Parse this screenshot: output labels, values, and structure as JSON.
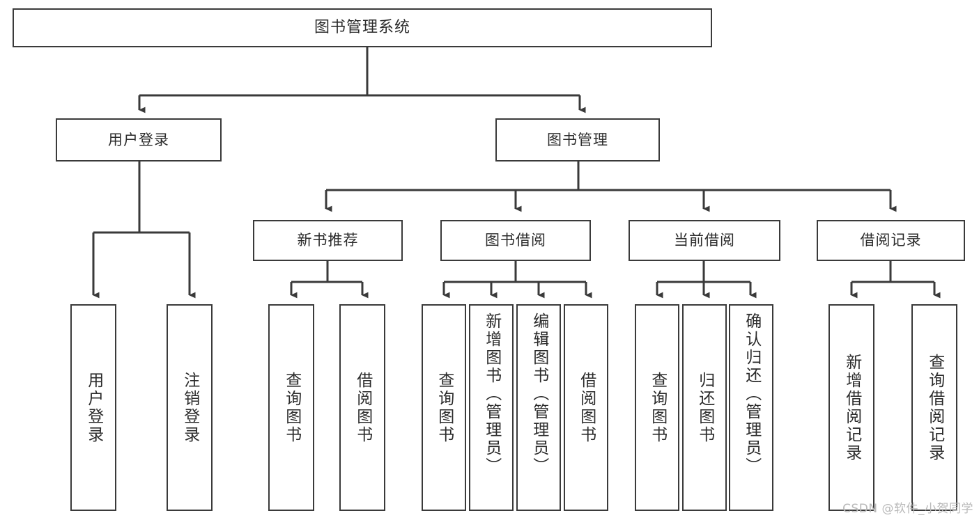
{
  "diagram": {
    "title": "图书管理系统",
    "type": "tree-hierarchy",
    "watermark": "CSDN @软件_小贺同学",
    "line_color": "#3a3a3a",
    "box_fill": "#ffffff",
    "text_color": "#2b2b2b"
  },
  "nodes": {
    "root": {
      "label": "图书管理系统"
    },
    "level2": [
      {
        "label": "用户登录"
      },
      {
        "label": "图书管理"
      }
    ],
    "level3": [
      {
        "label": "新书推荐"
      },
      {
        "label": "图书借阅"
      },
      {
        "label": "当前借阅"
      },
      {
        "label": "借阅记录"
      }
    ],
    "leaves": {
      "user_login": [
        {
          "label": "用户登录"
        },
        {
          "label": "注销登录"
        }
      ],
      "new_book": [
        {
          "label": "查询图书"
        },
        {
          "label": "借阅图书"
        }
      ],
      "book_borrow": [
        {
          "label": "查询图书"
        },
        {
          "label": "新增图书（管理员）"
        },
        {
          "label": "编辑图书（管理员）"
        },
        {
          "label": "借阅图书"
        }
      ],
      "current_borrow": [
        {
          "label": "查询图书"
        },
        {
          "label": "归还图书"
        },
        {
          "label": "确认归还（管理员）"
        }
      ],
      "borrow_record": [
        {
          "label": "新增借阅记录"
        },
        {
          "label": "查询借阅记录"
        }
      ]
    }
  }
}
